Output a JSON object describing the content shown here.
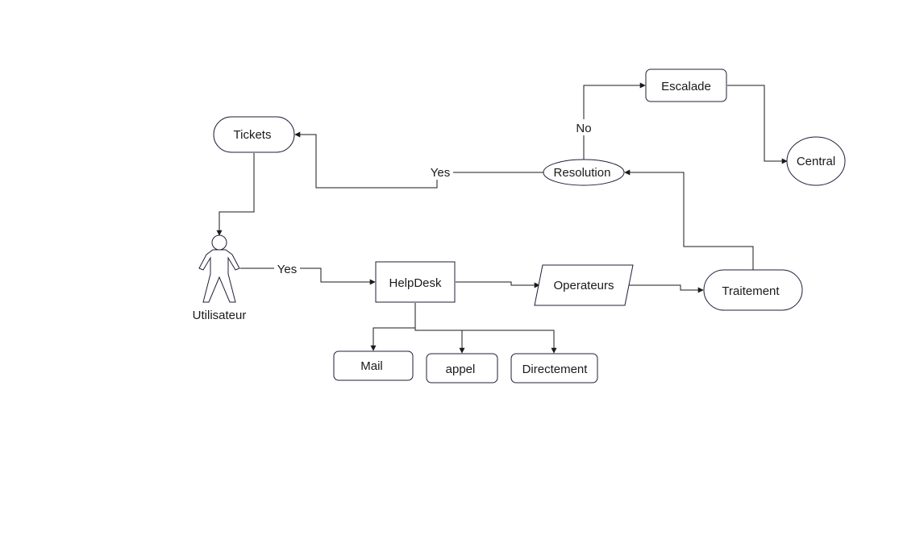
{
  "diagram": {
    "nodes": {
      "tickets": "Tickets",
      "escalade": "Escalade",
      "central": "Central",
      "resolution": "Resolution",
      "utilisateur": "Utilisateur",
      "helpdesk": "HelpDesk",
      "operateurs": "Operateurs",
      "traitement": "Traitement",
      "mail": "Mail",
      "appel": "appel",
      "directement": "Directement"
    },
    "edge_labels": {
      "resolution_to_escalade": "No",
      "resolution_to_tickets": "Yes",
      "utilisateur_to_helpdesk": "Yes"
    },
    "colors": {
      "stroke": "#1f1f3a",
      "fill": "#ffffff",
      "text": "#1a1a1a"
    }
  }
}
